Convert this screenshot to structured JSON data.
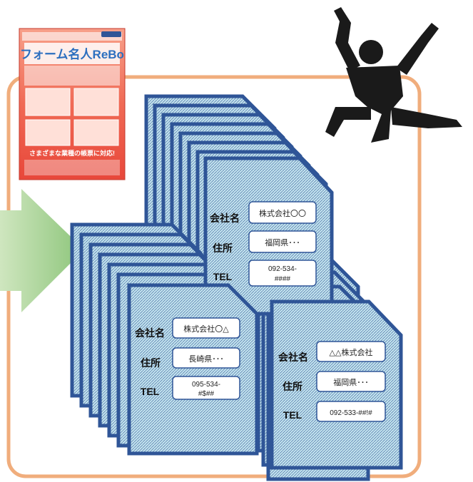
{
  "product_box": {
    "title": "フォーム名人ReBo",
    "bottom_text": "さまざまな業種の帳票に対応!"
  },
  "forms": {
    "company_label": "会社名",
    "address_label": "住所",
    "tel_label": "TEL",
    "back_form": {
      "company": "株式会社〇〇",
      "address": "福岡県･･･",
      "tel": [
        "092-534-",
        "####"
      ]
    },
    "middle_form": {
      "company": "株式会社〇△",
      "address": "長崎県･･･",
      "tel": [
        "095-534-",
        "#$##"
      ]
    },
    "front_form": {
      "company": "△△株式会社",
      "address": "福岡県･･･",
      "tel": [
        "092-533-##!#"
      ]
    }
  },
  "colors": {
    "frame": "#f0ad7c",
    "arrow": "#8fc77a",
    "form_border": "#2f5597",
    "form_fill": "#b7dde8",
    "silhouette": "#1a1a1a"
  }
}
